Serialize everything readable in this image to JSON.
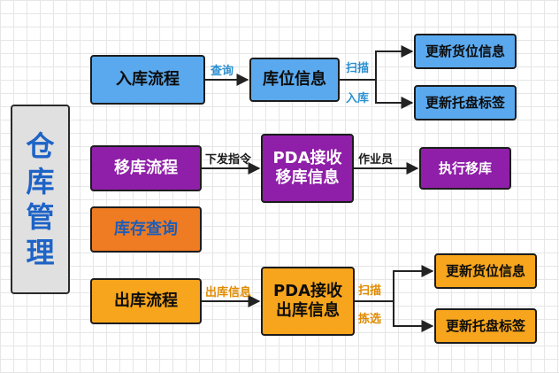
{
  "root": {
    "label": "仓库管理"
  },
  "flows": {
    "inbound": {
      "start": "入库流程",
      "edge1": "查询",
      "mid": "库位信息",
      "branch_top": "扫描",
      "branch_bottom": "入库",
      "out_top": "更新货位信息",
      "out_bottom": "更新托盘标签"
    },
    "transfer": {
      "start": "移库流程",
      "edge1": "下发指令",
      "mid": "PDA接收\n移库信息",
      "edge2": "作业员",
      "end": "执行移库"
    },
    "query": {
      "start": "库存查询"
    },
    "outbound": {
      "start": "出库流程",
      "edge1": "出库信息",
      "mid": "PDA接收\n出库信息",
      "branch_top": "扫描",
      "branch_bottom": "拣选",
      "out_top": "更新货位信息",
      "out_bottom": "更新托盘标签"
    }
  },
  "colors": {
    "inbound": "#5aa9ee",
    "transfer": "#8f1fa8",
    "query": "#ef7b22",
    "outbound": "#f7a51c"
  }
}
